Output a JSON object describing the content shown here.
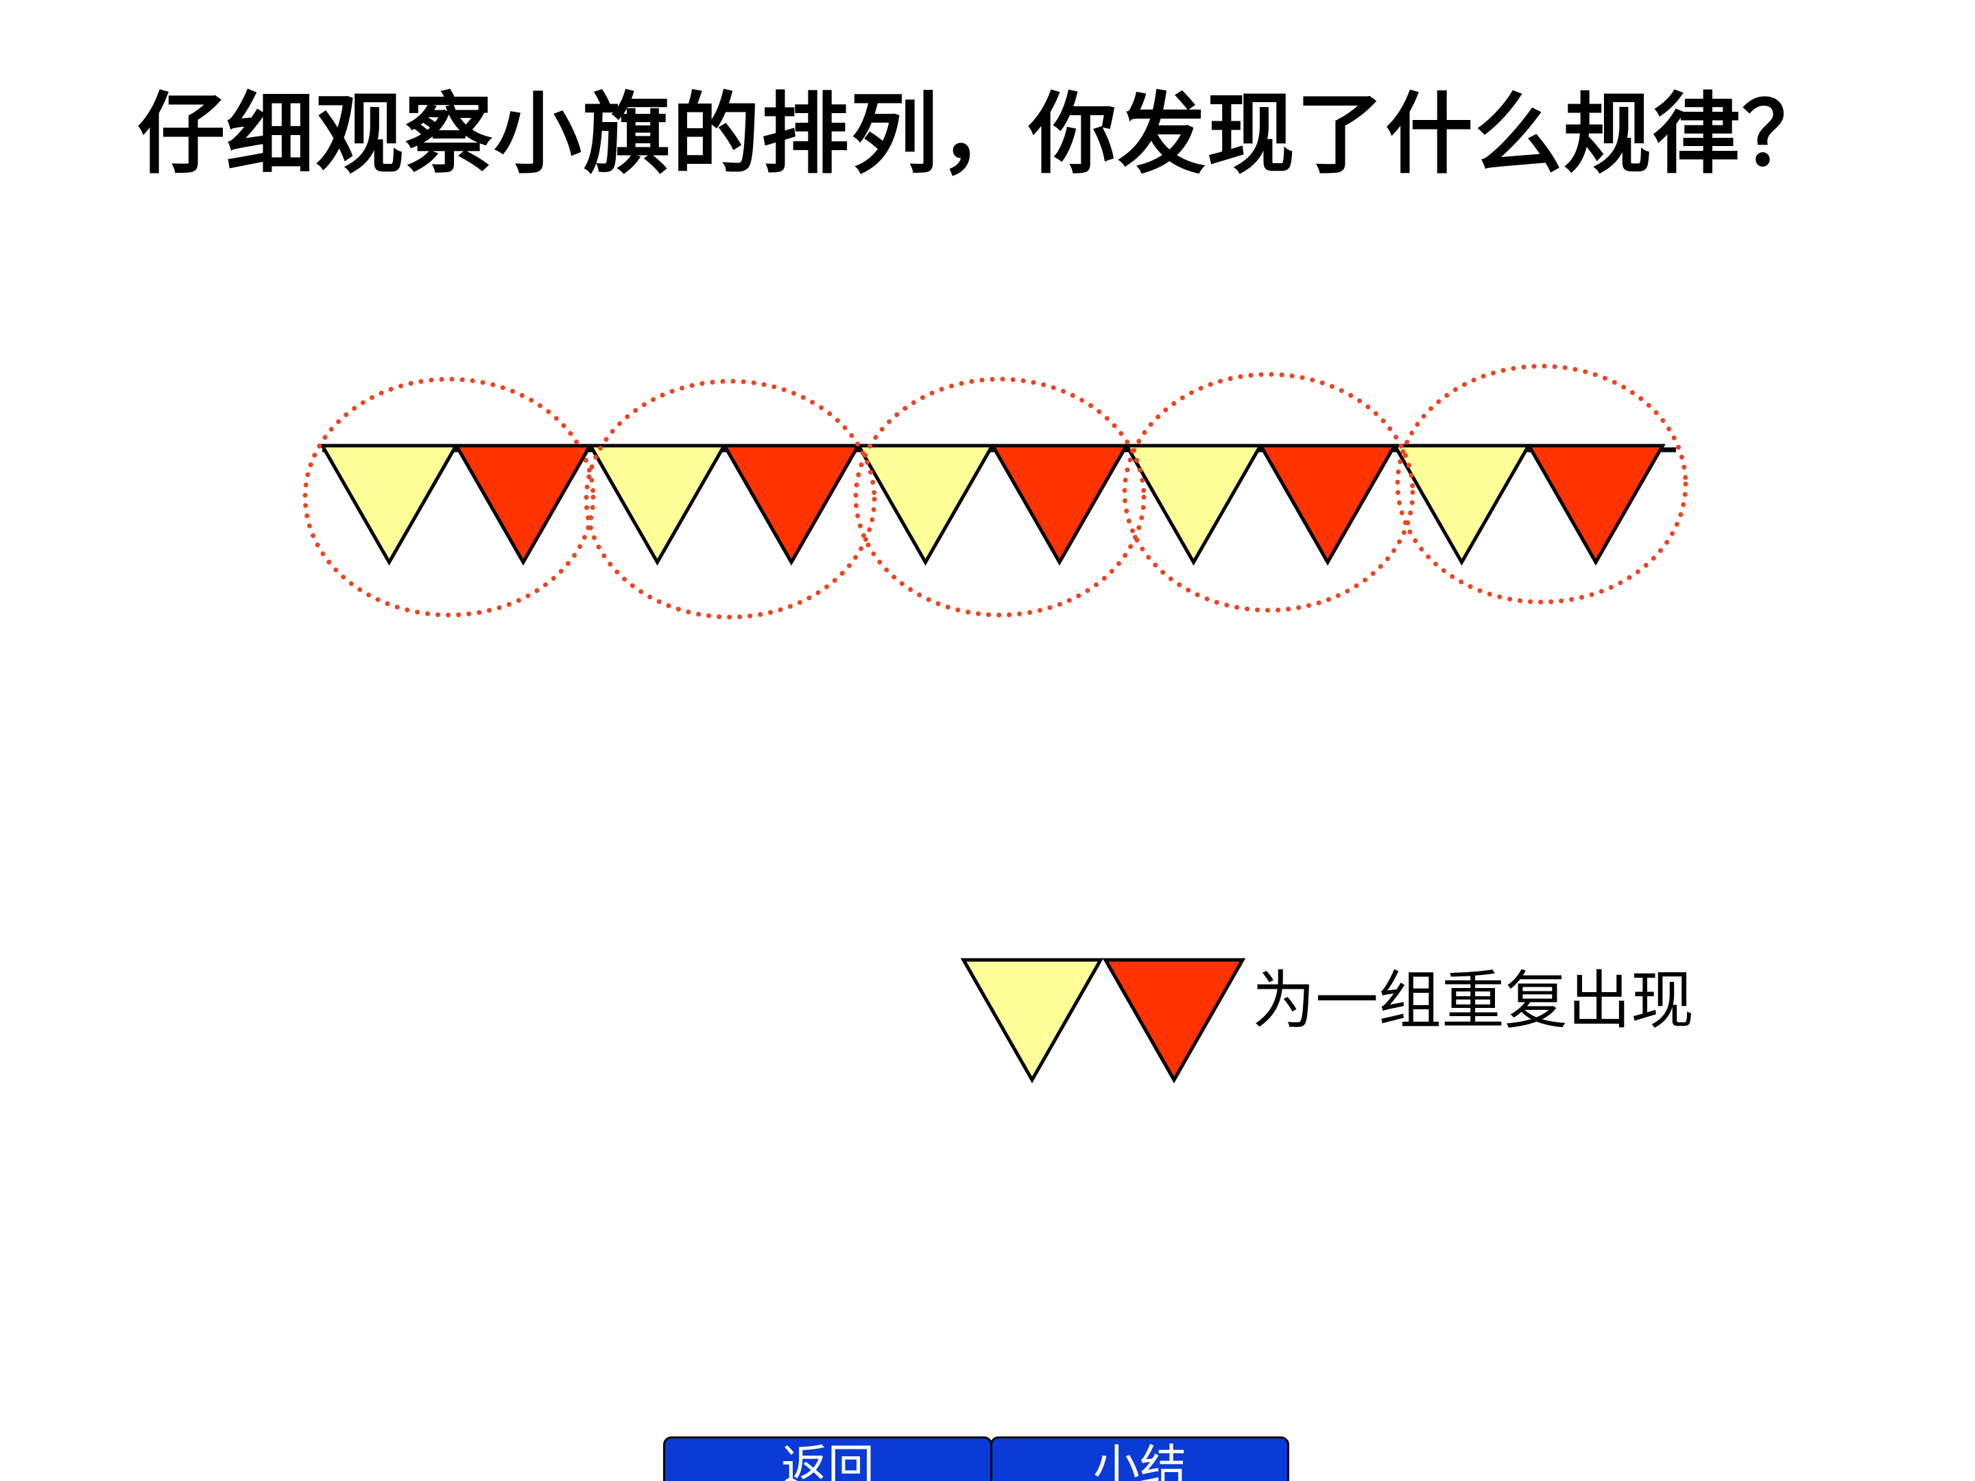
{
  "title": "仔细观察小旗的排列，你发现了什么规律？",
  "caption": "为一组重复出现",
  "pattern": {
    "colors": {
      "light": "#ffff99",
      "dark": "#ff3300",
      "group_ring": "#ee4422",
      "outline": "#000000"
    },
    "flags": [
      "light",
      "dark",
      "light",
      "dark",
      "light",
      "dark",
      "light",
      "dark",
      "light",
      "dark"
    ],
    "group_size": 2,
    "group_count": 5
  },
  "nav": {
    "back_label": "返回",
    "summary_label": "小结",
    "button_color": "#0a3bd6"
  }
}
